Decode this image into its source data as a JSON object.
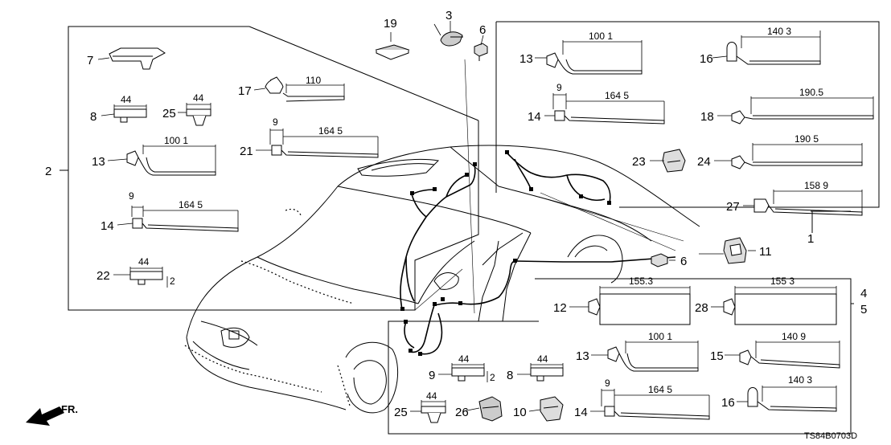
{
  "diagram": {
    "code": "TS84B0703D",
    "front_marker": "FR.",
    "group_labels": [
      "2",
      "1",
      "4",
      "5"
    ],
    "left_group": {
      "callouts": [
        "7",
        "8",
        "25",
        "13",
        "14",
        "22",
        "17",
        "21",
        "19",
        "3",
        "6"
      ],
      "dims": {
        "d8": "44",
        "d25": "44",
        "d13": "100 1",
        "d14a": "9",
        "d14b": "164 5",
        "d22": "44",
        "d22b": "2",
        "d17": "110",
        "d21a": "9",
        "d21b": "164 5"
      }
    },
    "right_top_group": {
      "callouts": [
        "13",
        "14",
        "16",
        "18",
        "23",
        "24",
        "27",
        "11",
        "6"
      ],
      "dims": {
        "d13": "100 1",
        "d14a": "9",
        "d14b": "164 5",
        "d16": "140 3",
        "d18": "190.5",
        "d24": "190 5",
        "d27": "158 9"
      }
    },
    "bottom_group": {
      "callouts": [
        "12",
        "13",
        "14",
        "28",
        "15",
        "16",
        "9",
        "8",
        "25",
        "26",
        "10"
      ],
      "dims": {
        "d12": "155.3",
        "d13": "100 1",
        "d14a": "9",
        "d14b": "164 5",
        "d28": "155 3",
        "d15": "140 9",
        "d16": "140 3",
        "d9": "44",
        "d9b": "2",
        "d8": "44",
        "d25": "44"
      }
    }
  }
}
